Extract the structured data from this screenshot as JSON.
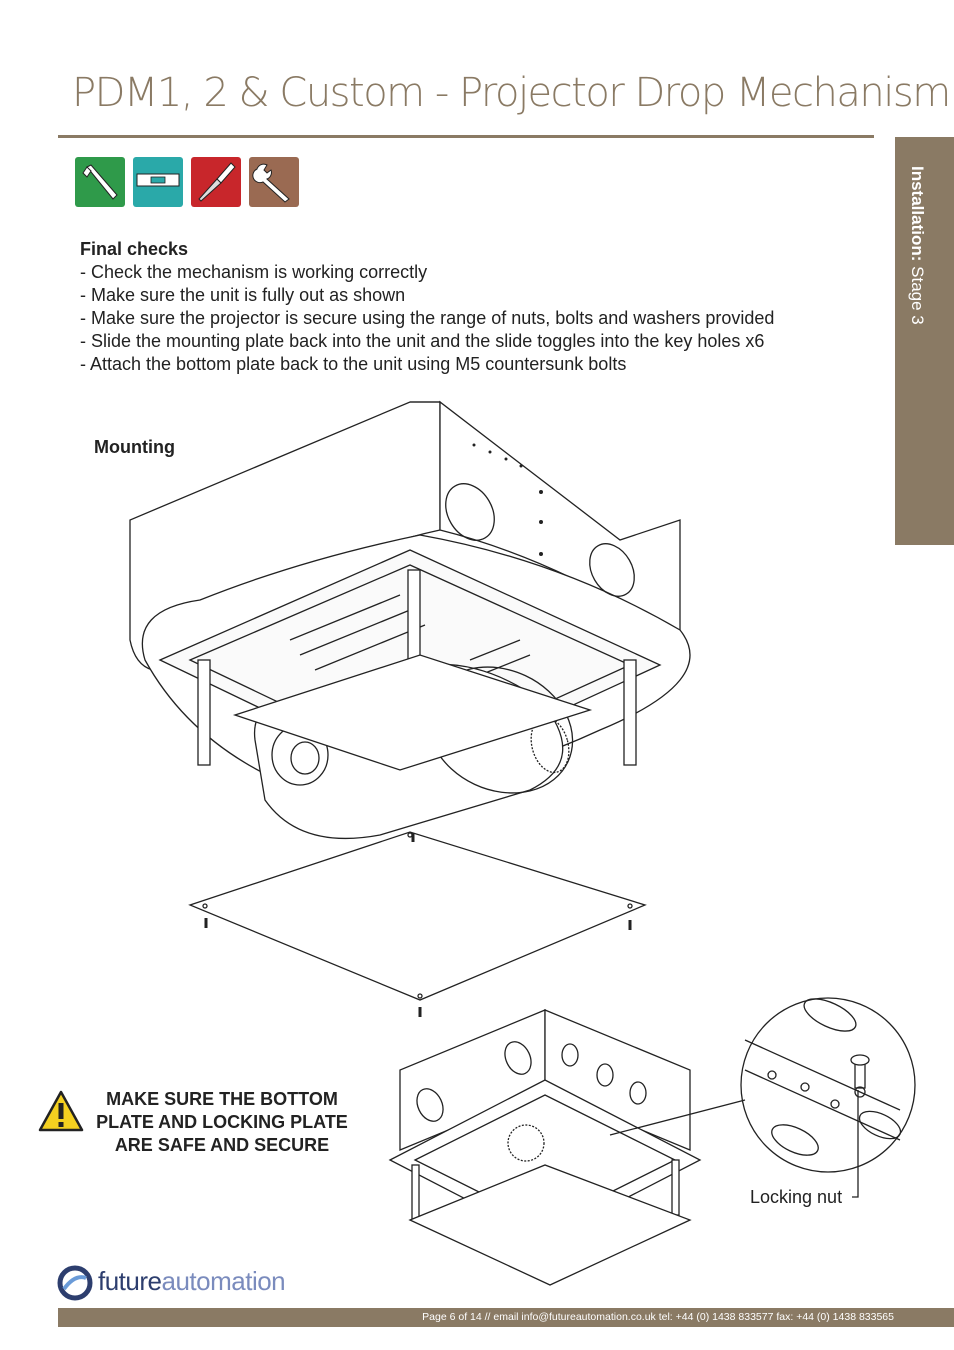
{
  "page_title": "PDM1, 2 & Custom - Projector Drop Mechanism",
  "side_tab": {
    "bold": "Installation:",
    "rest": " Stage 3"
  },
  "tools": [
    {
      "name": "allen-key-icon",
      "color": "#2f9a4a"
    },
    {
      "name": "spirit-level-icon",
      "color": "#2aa9a9"
    },
    {
      "name": "screwdriver-icon",
      "color": "#c8262b"
    },
    {
      "name": "spanner-icon",
      "color": "#9a6a52"
    }
  ],
  "checks": {
    "heading": "Final checks",
    "items": [
      "- Check the mechanism is working correctly",
      "- Make sure the unit is fully out as shown",
      "- Make sure the projector is secure using the range of nuts, bolts and washers provided",
      "- Slide the mounting plate back into the unit and the slide toggles into the key holes x6",
      "- Attach the bottom plate back to the unit using M5 countersunk bolts"
    ]
  },
  "mounting_label": "Mounting",
  "warning": {
    "line1": "MAKE SURE THE BOTTOM",
    "line2": "PLATE AND LOCKING PLATE",
    "line3": "ARE SAFE AND SECURE"
  },
  "locking_nut_label": "Locking nut",
  "logo": {
    "part1": "future",
    "part2": "automation"
  },
  "footer": "Page 6 of 14 // email info@futureautomation.co.uk  tel: +44 (0) 1438 833577  fax: +44 (0) 1438 833565",
  "colors": {
    "accent": "#8a7a64",
    "logo_blue": "#2d3e6e"
  }
}
